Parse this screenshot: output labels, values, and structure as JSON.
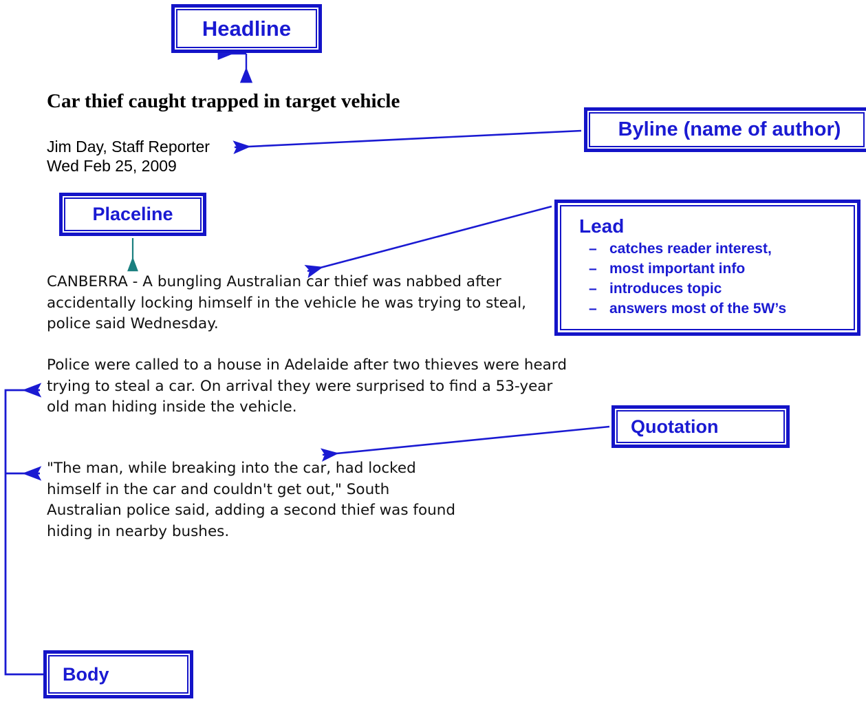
{
  "colors": {
    "box_blue": "#1414c8",
    "text_blue": "#1a1ad2",
    "arrow_blue": "#1a1ad2",
    "placeline_arrow_teal": "#1a7f7f",
    "body_text": "#111111",
    "page_background": "#ffffff"
  },
  "callouts": {
    "headline": {
      "label": "Headline"
    },
    "byline": {
      "label": "Byline (name of author)"
    },
    "placeline": {
      "label": "Placeline"
    },
    "lead": {
      "label": "Lead",
      "bullets": [
        {
          "marker": "–",
          "text": "catches reader interest,"
        },
        {
          "marker": "–",
          "text": "most important info"
        },
        {
          "marker": "–",
          "text": "introduces topic"
        },
        {
          "marker": "–",
          "text": "answers most of the 5W’s"
        }
      ]
    },
    "quotation": {
      "label": "Quotation"
    },
    "body": {
      "label": "Body"
    }
  },
  "article": {
    "headline": "Car thief caught trapped in target vehicle",
    "byline_name": "Jim Day, Staff Reporter",
    "byline_date": "Wed Feb 25, 2009",
    "lead_paragraph": "CANBERRA - A bungling Australian car thief was nabbed after accidentally locking himself in the vehicle he was trying to steal, police said Wednesday.",
    "body_paragraph": "Police were called to a house in Adelaide after two thieves were heard trying to steal a car. On arrival they were surprised to find a 53-year old man hiding inside the vehicle.",
    "quote_paragraph": "\"The man, while breaking into the car, had locked himself in the car and couldn't get out,\" South Australian police said, adding a second thief was found hiding in nearby bushes."
  }
}
